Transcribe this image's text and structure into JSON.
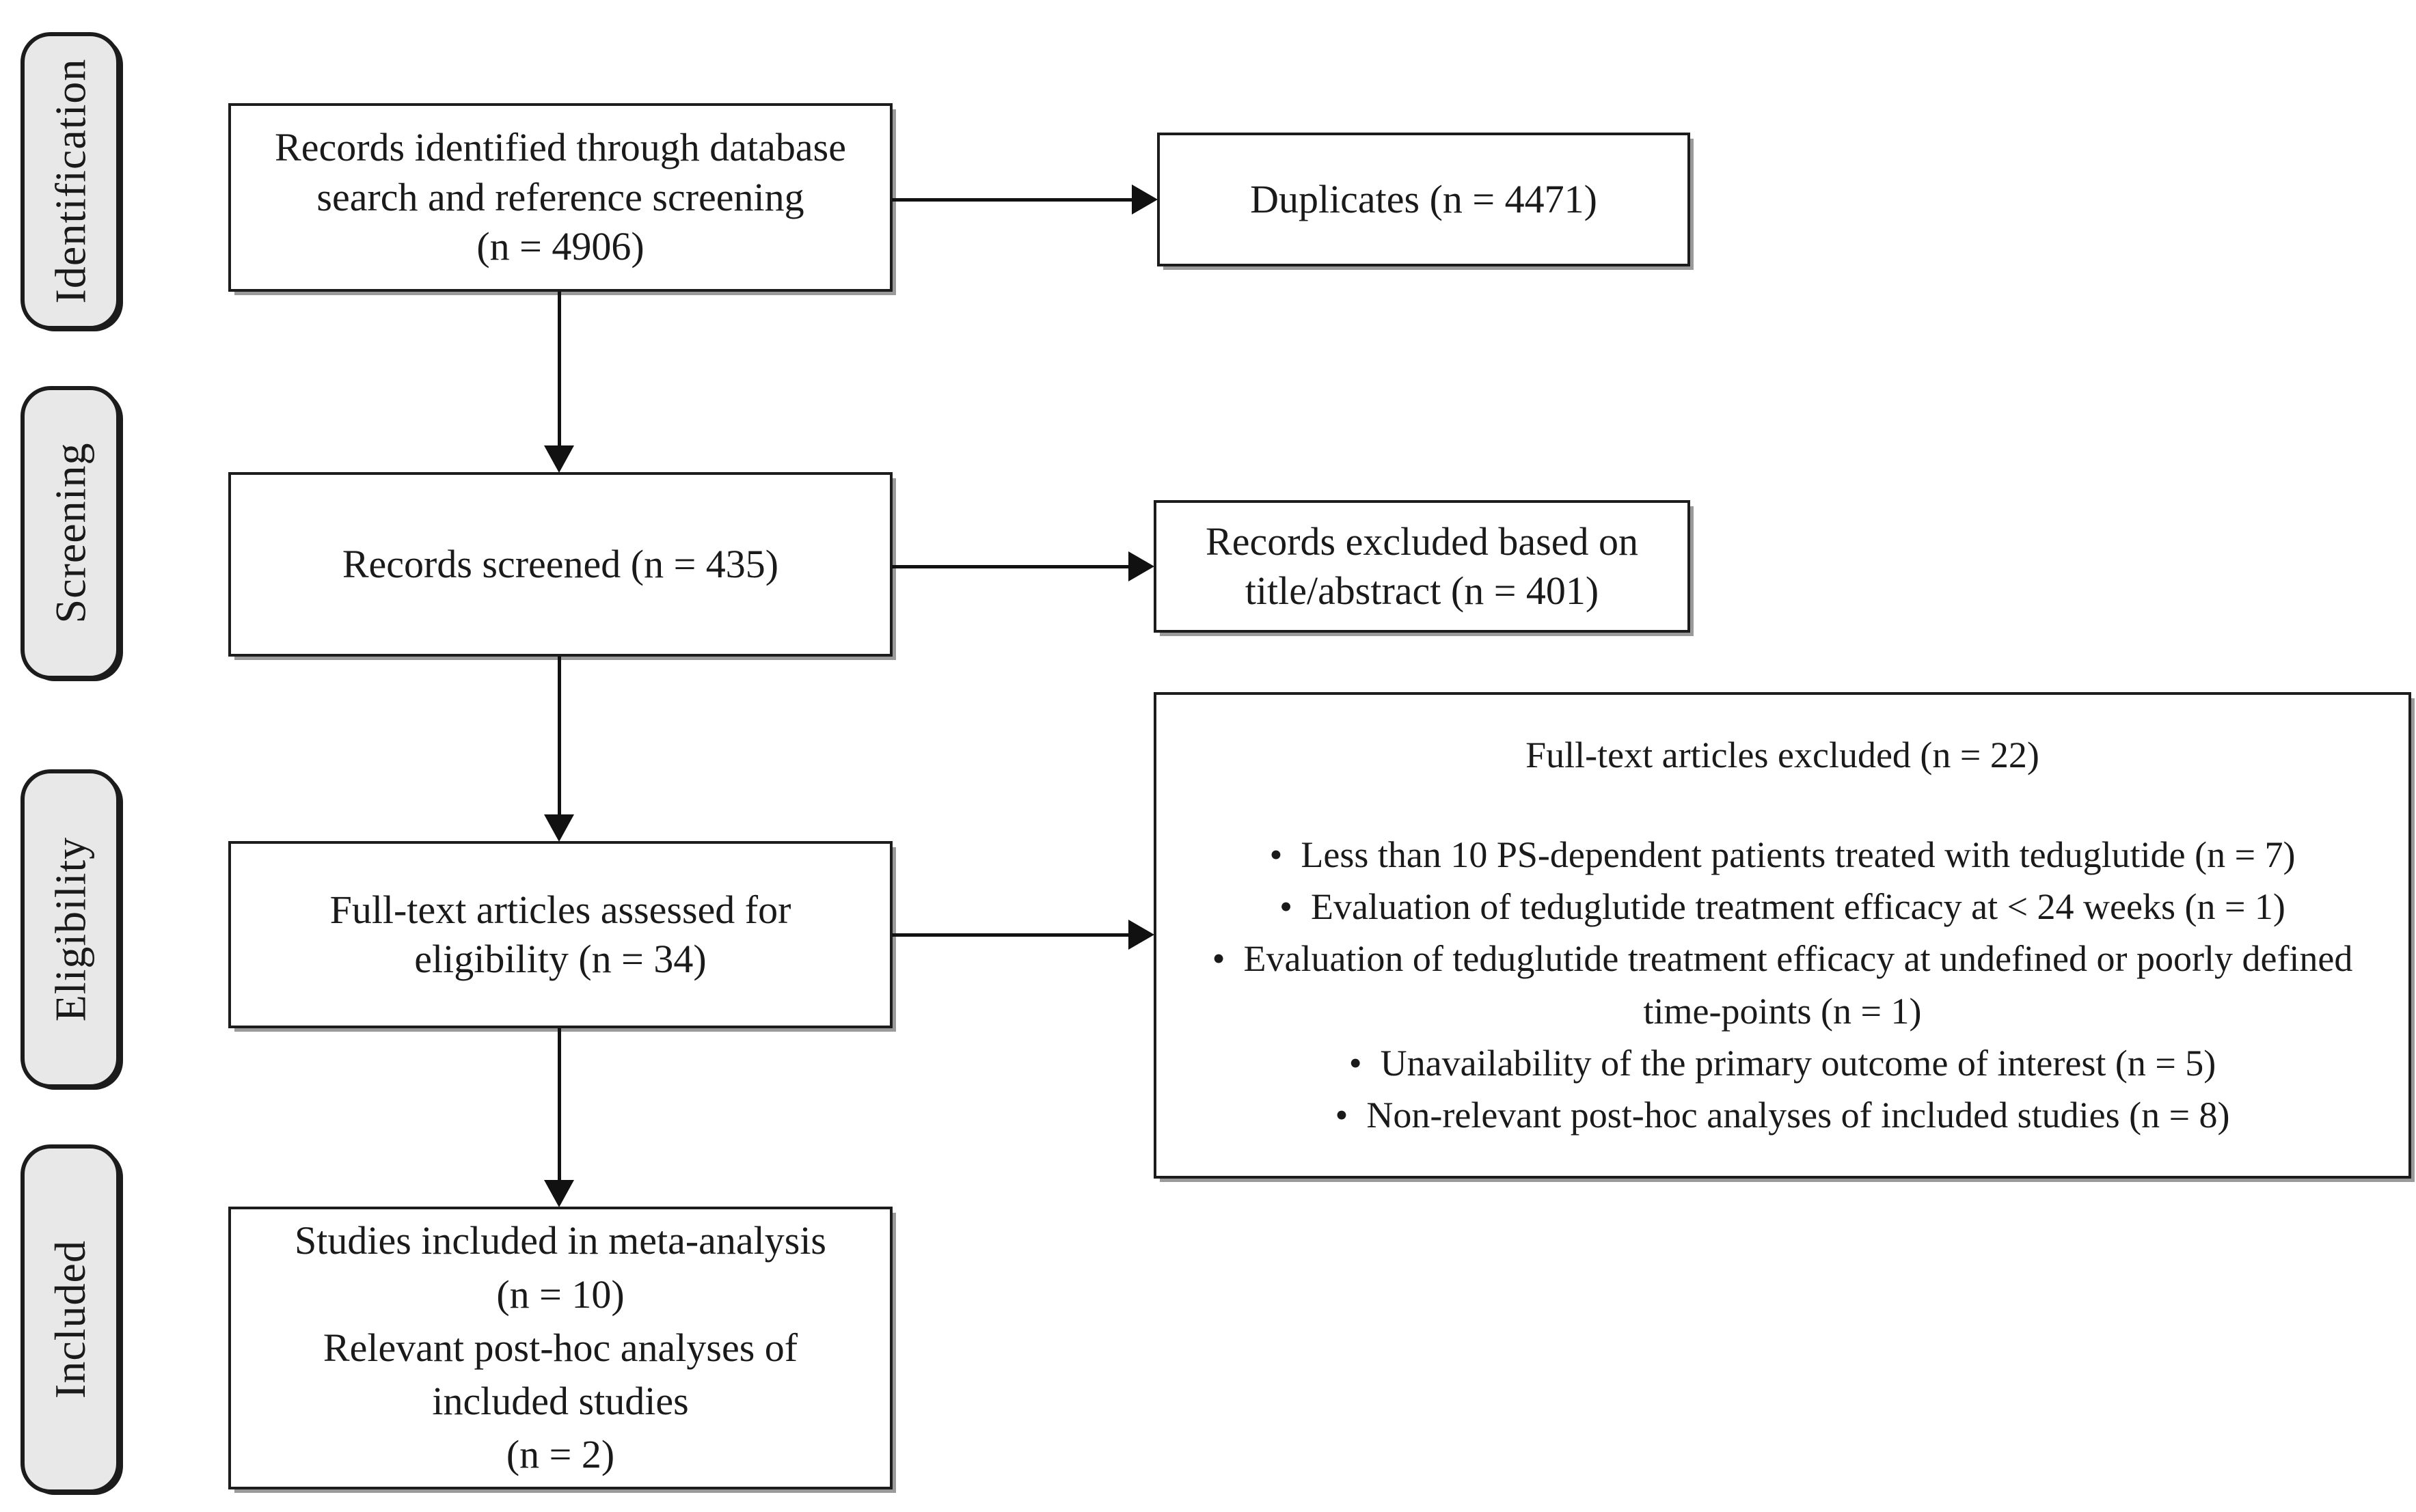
{
  "figure": {
    "kind": "prisma-flow-diagram"
  },
  "colors": {
    "background": "#ffffff",
    "box_fill": "#ffffff",
    "box_border": "#1c1c1c",
    "box_shadow": "#9a9a9a",
    "stage_fill": "#e8e8e8",
    "stage_border": "#1c1c1c",
    "arrow": "#111111",
    "text": "#1a1a1a"
  },
  "stages": [
    {
      "label": "Identification"
    },
    {
      "label": "Screening"
    },
    {
      "label": "Eligibility"
    },
    {
      "label": "Included"
    }
  ],
  "flow": {
    "identified": {
      "lines": [
        "Records identified through database",
        "search and reference screening",
        "(n = 4906)"
      ]
    },
    "duplicates": {
      "label": "Duplicates (n = 4471)"
    },
    "screened": {
      "label": "Records screened (n = 435)"
    },
    "excluded_title_abstract": {
      "lines": [
        "Records excluded based on",
        "title/abstract (n = 401)"
      ]
    },
    "fulltext_assessed": {
      "lines": [
        "Full-text articles assessed for",
        "eligibility (n = 34)"
      ]
    },
    "fulltext_excluded": {
      "title": "Full-text articles excluded (n = 22)",
      "bullet_prefix": "• ",
      "reasons": [
        "Less than 10 PS-dependent patients treated with teduglutide (n = 7)",
        "Evaluation of teduglutide treatment efficacy at < 24 weeks (n = 1)",
        "Evaluation of teduglutide treatment efficacy at undefined or poorly defined time-points (n = 1)",
        "Unavailability of the primary outcome of interest (n = 5)",
        "Non-relevant post-hoc analyses of included studies (n = 8)"
      ]
    },
    "included": {
      "lines": [
        "Studies included in meta-analysis",
        "(n = 10)",
        "Relevant post-hoc analyses of",
        "included studies",
        "(n = 2)"
      ]
    }
  }
}
